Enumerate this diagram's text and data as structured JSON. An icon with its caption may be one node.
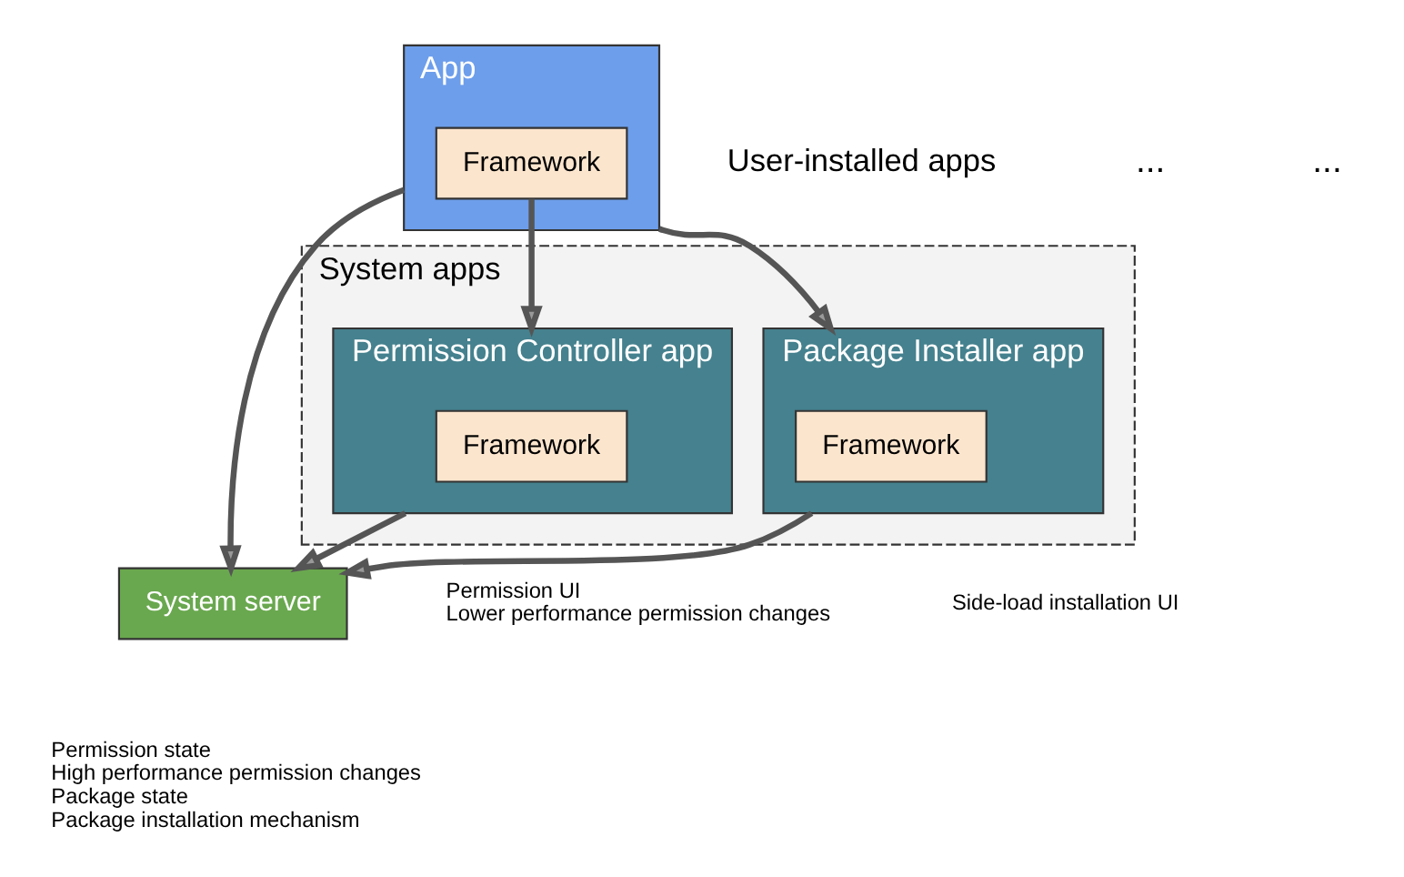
{
  "diagram": {
    "nodes": [
      {
        "text": [
          "App"
        ]
      },
      {
        "text": [
          "Framework"
        ],
        "in": 0
      },
      {
        "text": [
          "System apps"
        ]
      },
      {
        "text": [
          "Permission Controller app"
        ],
        "in": 2,
        "beside": [
          "Permission UI",
          "Lower performance permission changes"
        ]
      },
      {
        "text": [
          "Framework"
        ],
        "in": 3
      },
      {
        "text": [
          "Package Installer app"
        ],
        "in": 2,
        "beside": [
          "Side-load installation UI"
        ]
      },
      {
        "text": [
          "Framework"
        ],
        "in": 5
      },
      {
        "text": [
          "System server"
        ],
        "beside": [
          "Permission state",
          "High performance permission changes",
          "Package state",
          "Package installation mechanism"
        ]
      }
    ],
    "edges": [
      {
        "from": 0,
        "to": 5,
        "arrow": "to"
      },
      {
        "from": 1,
        "to": 3,
        "arrow": "to"
      },
      {
        "from": 0,
        "to": 7,
        "arrow": "to"
      },
      {
        "from": 3,
        "to": 7,
        "arrow": "to"
      },
      {
        "from": 5,
        "to": 7,
        "arrow": "to"
      }
    ],
    "labels": [
      "User-installed apps",
      "...",
      "..."
    ]
  }
}
